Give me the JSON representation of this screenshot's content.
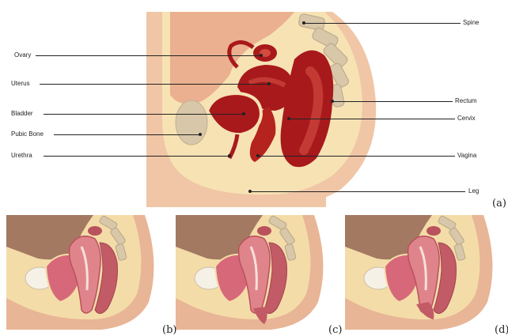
{
  "main_diagram": {
    "labels_left": {
      "ovary": "Ovary",
      "uterus": "Uterus",
      "bladder": "Bladder",
      "pubic_bone": "Pubic Bone",
      "urethra": "Urethra"
    },
    "labels_right": {
      "spine": "Spine",
      "rectum": "Rectum",
      "cervix": "Cervix",
      "vagina": "Vagina",
      "leg": "Leg"
    },
    "panel_tag": "(a)"
  },
  "sub_panels": [
    {
      "tag": "(b)"
    },
    {
      "tag": "(c)"
    },
    {
      "tag": "(d)"
    }
  ],
  "colors": {
    "skin": "#f0c6a6",
    "fat": "#f7e2b4",
    "organ_dark": "#a8191c",
    "organ_mid": "#c33a34",
    "bone": "#d8c7a8",
    "tissue_pink": "#e79a9a"
  }
}
